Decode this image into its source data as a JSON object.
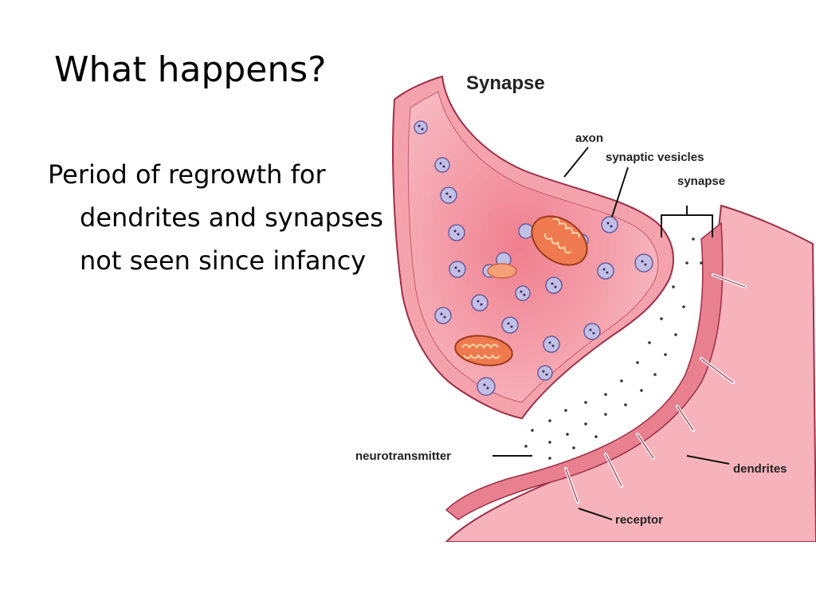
{
  "slide": {
    "title": "What happens?",
    "bullet": "Period of regrowth for dendrites and synapses not seen since infancy"
  },
  "diagram": {
    "heading": "Synapse",
    "labels": {
      "axon": "axon",
      "vesicles": "synaptic vesicles",
      "synapse": "synapse",
      "neurotransmitter": "neurotransmitter",
      "dendrites": "dendrites",
      "receptor": "receptor"
    },
    "colors": {
      "membrane": "#e8808f",
      "cytoplasm_light": "#f9c9cf",
      "cytoplasm_dark": "#f08c99",
      "vesicle": "#c2bfe6",
      "mitochondrion": "#f07a4f",
      "outline": "#9b3048"
    }
  }
}
